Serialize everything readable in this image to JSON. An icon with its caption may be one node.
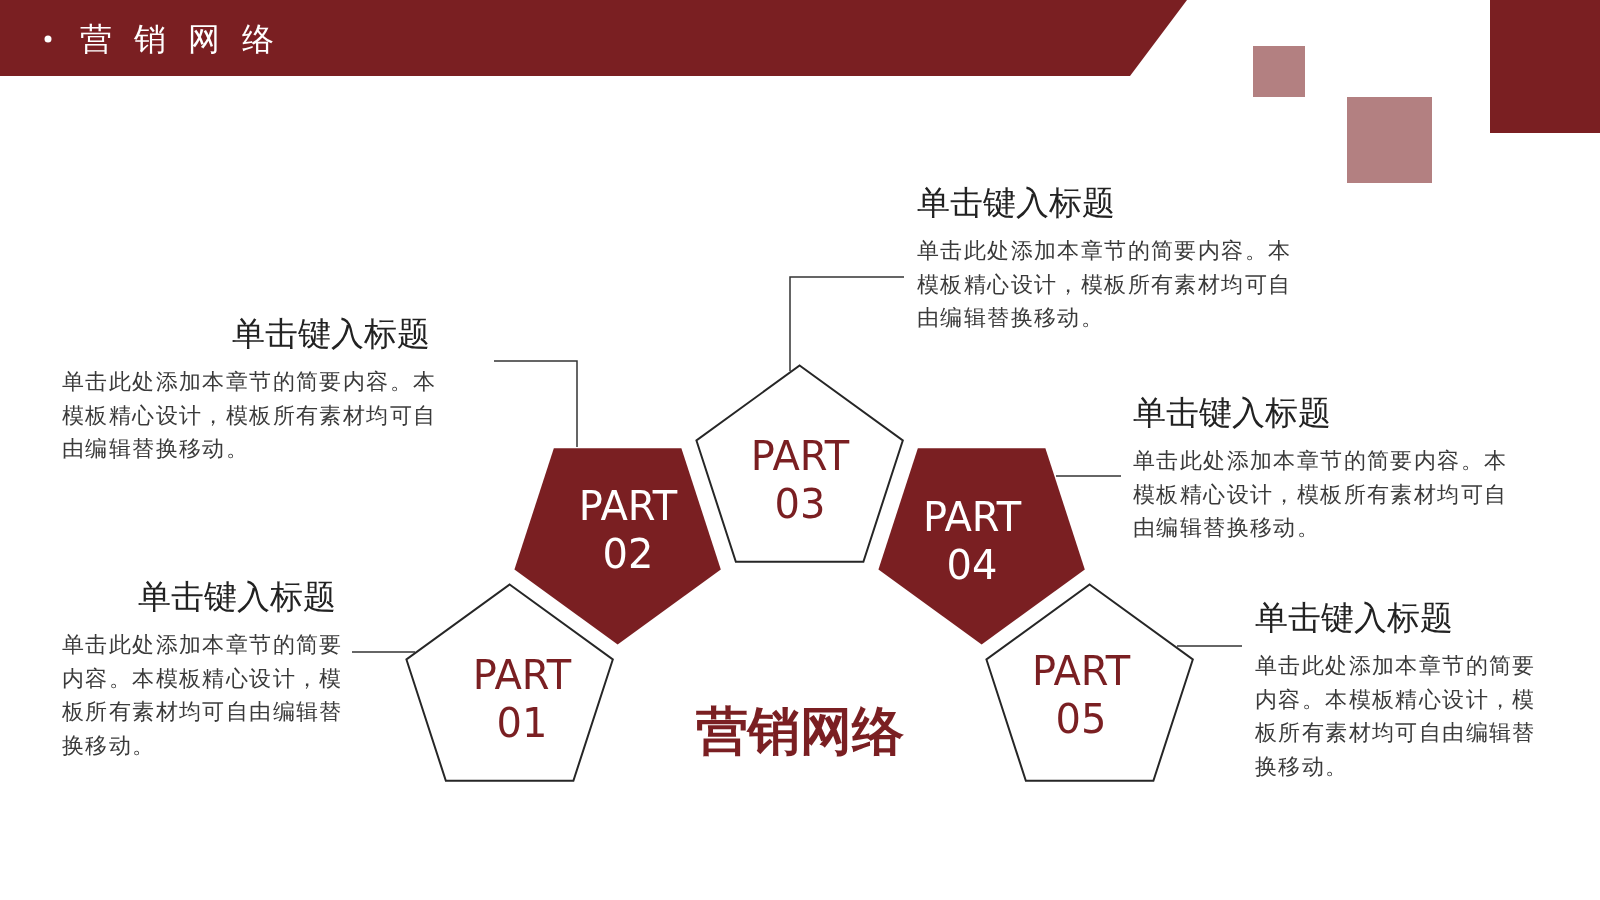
{
  "diagram": {
    "title": "营销网络",
    "nodes": [
      {
        "text": [
          "PART 01"
        ]
      },
      {
        "text": [
          "PART 02"
        ]
      },
      {
        "text": [
          "PART 03"
        ]
      },
      {
        "text": [
          "PART 04"
        ]
      },
      {
        "text": [
          "PART 05"
        ]
      },
      {
        "text": [
          "单击键入标题",
          "单击此处添加本章节的简要内容。本模板精心设计，模板所有素材均可自由编辑替换移动。"
        ]
      },
      {
        "text": [
          "单击键入标题",
          "单击此处添加本章节的简要内容。本模板精心设计，模板所有素材均可自由编辑替换移动。"
        ]
      },
      {
        "text": [
          "单击键入标题",
          "单击此处添加本章节的简要内容。本模板精心设计，模板所有素材均可自由编辑替换移动。"
        ]
      },
      {
        "text": [
          "单击键入标题",
          "单击此处添加本章节的简要内容。本模板精心设计，模板所有素材均可自由编辑替换移动。"
        ]
      },
      {
        "text": [
          "单击键入标题",
          "单击此处添加本章节的简要内容。本模板精心设计，模板所有素材均可自由编辑替换移动。"
        ]
      }
    ],
    "edges": [
      {
        "from": 5,
        "to": 0,
        "arrow": "none"
      },
      {
        "from": 6,
        "to": 1,
        "arrow": "none"
      },
      {
        "from": 7,
        "to": 2,
        "arrow": "none"
      },
      {
        "from": 8,
        "to": 3,
        "arrow": "none"
      },
      {
        "from": 9,
        "to": 4,
        "arrow": "none"
      }
    ],
    "labels": [
      "营销网络"
    ]
  }
}
